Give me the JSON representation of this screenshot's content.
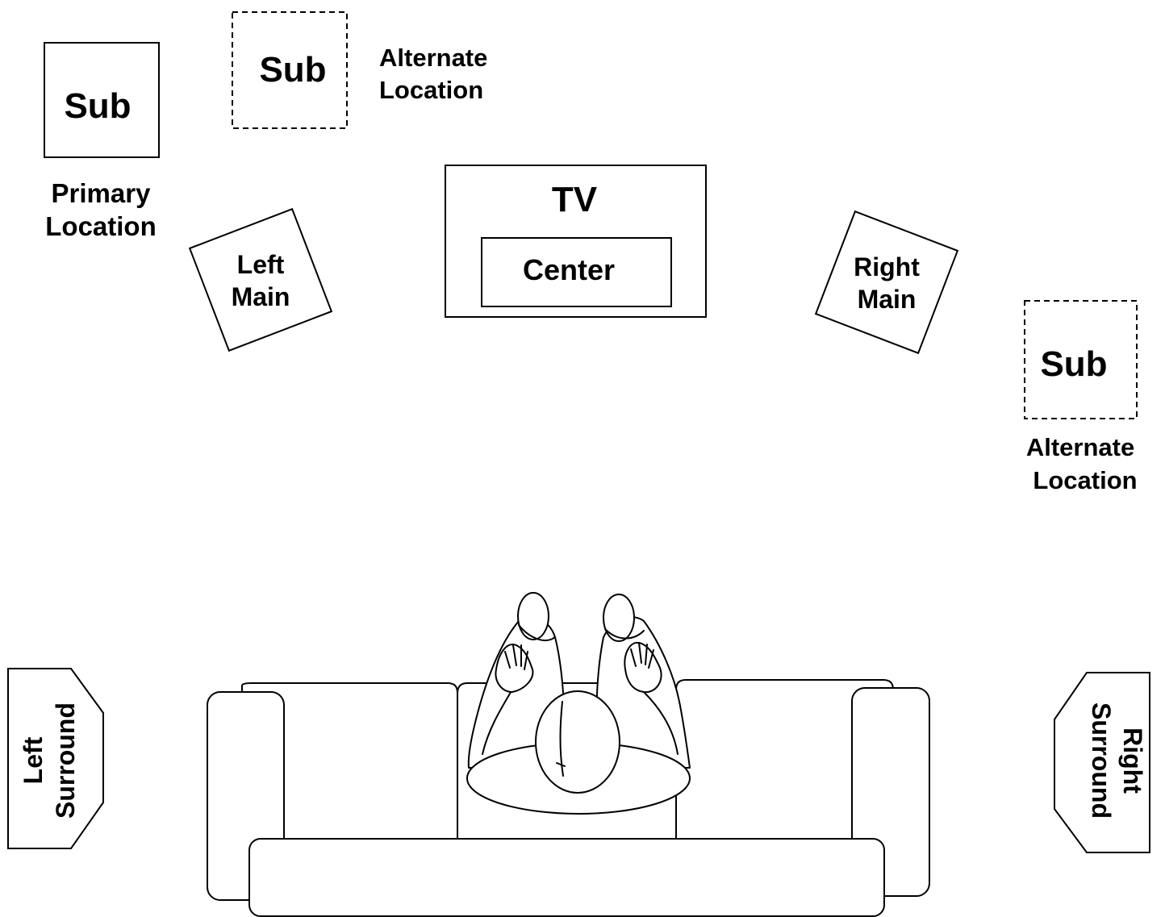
{
  "speakers": {
    "sub_primary": {
      "label": "Sub",
      "caption_line1": "Primary",
      "caption_line2": "Location"
    },
    "sub_alt_top": {
      "label": "Sub",
      "caption_line1": "Alternate",
      "caption_line2": "Location"
    },
    "sub_alt_right": {
      "label": "Sub",
      "caption_line1": "Alternate",
      "caption_line2": "Location"
    },
    "left_main": {
      "line1": "Left",
      "line2": "Main"
    },
    "right_main": {
      "line1": "Right",
      "line2": "Main"
    },
    "center": {
      "label": "Center"
    },
    "left_surround": {
      "line1": "Left",
      "line2": "Surround"
    },
    "right_surround": {
      "line1": "Right",
      "line2": "Surround"
    }
  },
  "tv": {
    "label": "TV"
  },
  "colors": {
    "stroke": "#000000",
    "background": "#ffffff"
  }
}
